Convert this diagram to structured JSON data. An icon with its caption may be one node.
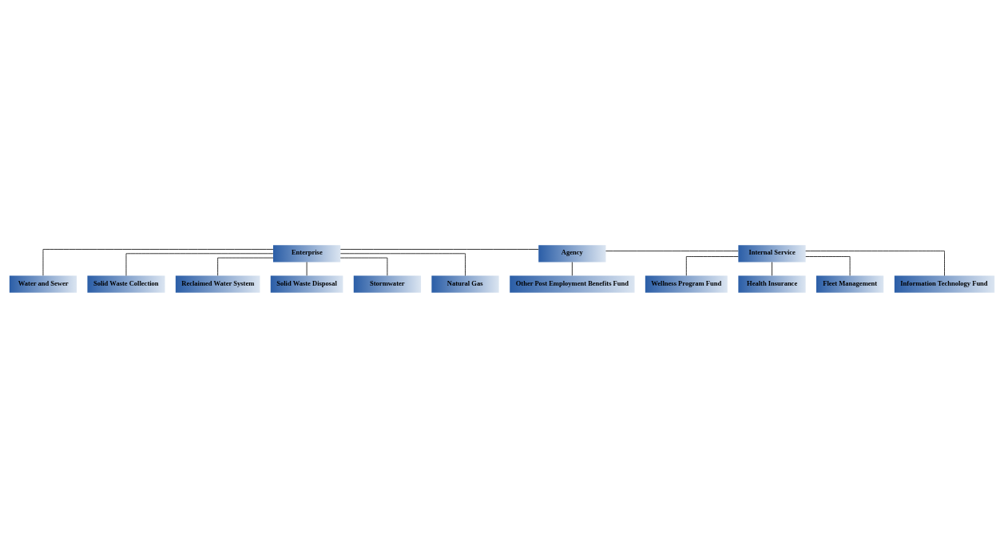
{
  "diagram": {
    "nodes": [
      {
        "text": [
          "Enterprise"
        ]
      },
      {
        "text": [
          "Agency"
        ]
      },
      {
        "text": [
          "Internal Service"
        ]
      },
      {
        "text": [
          "Water and Sewer"
        ]
      },
      {
        "text": [
          "Solid Waste Collection"
        ]
      },
      {
        "text": [
          "Reclaimed Water System"
        ]
      },
      {
        "text": [
          "Solid Waste Disposal"
        ]
      },
      {
        "text": [
          "Stormwater"
        ]
      },
      {
        "text": [
          "Natural Gas"
        ]
      },
      {
        "text": [
          "Wellness Program Fund"
        ]
      },
      {
        "text": [
          "Health Insurance"
        ]
      },
      {
        "text": [
          "Fleet Management"
        ]
      },
      {
        "text": [
          "Information Technology Fund"
        ]
      },
      {
        "text": [
          "Other Post Employment Benefits Fund"
        ]
      }
    ],
    "edges": [
      {
        "from": 0,
        "to": 1,
        "arrow": "none"
      },
      {
        "from": 1,
        "to": 2,
        "arrow": "none"
      },
      {
        "from": 0,
        "to": 3,
        "arrow": "none"
      },
      {
        "from": 0,
        "to": 4,
        "arrow": "none"
      },
      {
        "from": 0,
        "to": 5,
        "arrow": "none"
      },
      {
        "from": 0,
        "to": 6,
        "arrow": "none"
      },
      {
        "from": 0,
        "to": 7,
        "arrow": "none"
      },
      {
        "from": 0,
        "to": 8,
        "arrow": "none"
      },
      {
        "from": 2,
        "to": 9,
        "arrow": "none"
      },
      {
        "from": 2,
        "to": 10,
        "arrow": "none"
      },
      {
        "from": 2,
        "to": 11,
        "arrow": "none"
      },
      {
        "from": 2,
        "to": 12,
        "arrow": "none"
      },
      {
        "from": 1,
        "to": 13,
        "arrow": "none"
      }
    ]
  }
}
